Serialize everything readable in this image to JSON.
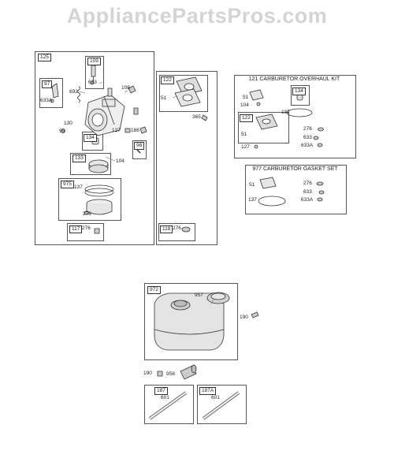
{
  "watermark": "AppliancePartsPros.com",
  "kits": {
    "overhaul": "121 CARBURETOR OVERHAUL KIT",
    "gasket": "977 CARBURETOR GASKET SET"
  },
  "tags": {
    "t125": "125",
    "t109": "109",
    "t97": "97",
    "t134a": "134",
    "t98": "98",
    "t133": "133",
    "t975": "975",
    "t117": "117",
    "t122a": "122",
    "t118": "118",
    "t134b": "134",
    "t122b": "122",
    "t972": "972",
    "t187": "187",
    "t187a": "187A"
  },
  "labels": {
    "l633a": "633",
    "l692": "692",
    "l633A_a": "633A",
    "l108": "108",
    "l130": "130",
    "l95": "95",
    "l127a": "127",
    "l186": "186",
    "l104a": "104",
    "l137a": "137",
    "l276a": "276",
    "l276b": "276",
    "l51a": "51",
    "l365": "365",
    "l276c": "276",
    "l51b": "51",
    "l104b": "104",
    "l137b": "137",
    "l51c": "51",
    "l127b": "127",
    "l276d": "276",
    "l633b": "633",
    "l633A_b": "633A",
    "l51d": "51",
    "l276e": "276",
    "l633c": "633",
    "l137c": "137",
    "l633A_c": "633A",
    "l957": "957",
    "l190a": "190",
    "l190b": "190",
    "l958": "958",
    "l601a": "601",
    "l601b": "601"
  }
}
